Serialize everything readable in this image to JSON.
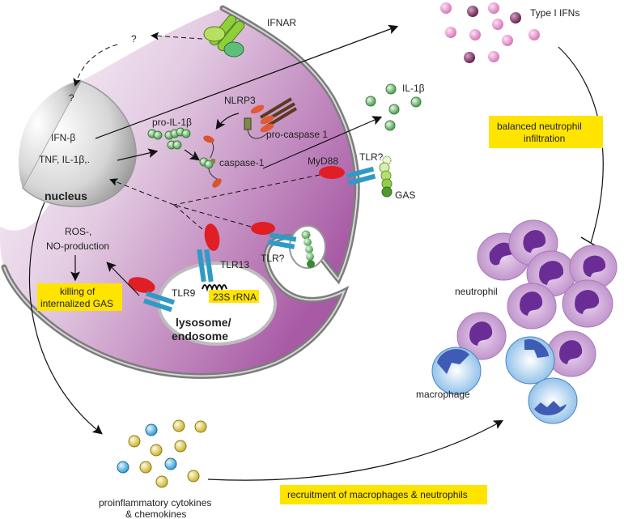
{
  "title": "GAS recognition and innate immune signaling in macrophages",
  "colors": {
    "highlight_yellow": "#ffe400",
    "membrane_gray": "#8a8a8a",
    "cytoplasm_purple": "#b877b5",
    "tlr_blue": "#2e9bc7",
    "myd88_red": "#e01e25",
    "ifn_pink": "#e69ccd",
    "ifn_dark": "#7a2a5e",
    "il1b_green": "#6cbf6a",
    "cytokine_yellow": "#d9c43a",
    "chemokine_blue": "#45b5e0",
    "neutrophil_purple": "#c99bd2",
    "neutrophil_nucleus": "#6a2d96",
    "macrophage_blue": "#88bfe8"
  },
  "labels": {
    "ifnar": "IFNAR",
    "question_top": "?",
    "question_left": "?",
    "ifn_beta": "IFN-β",
    "tnf": "TNF, IL-1β,.",
    "nucleus": "nucleus",
    "pro_il1b": "pro-IL-1β",
    "nlrp3": "NLRP3",
    "pro_caspase": "pro-caspase 1",
    "caspase": "caspase-1",
    "myd88": "MyD88",
    "tlr_q_surface": "TLR?",
    "gas": "GAS",
    "il1b": "IL-1β",
    "type_i_ifns": "Type I IFNs",
    "ros_line1": "ROS-,",
    "ros_line2": "NO-production",
    "killing_line1": "killing of",
    "killing_line2": "internalized GAS",
    "tlr9": "TLR9",
    "tlr13": "TLR13",
    "rrna": "23S rRNA",
    "tlr_q_phago": "TLR?",
    "lysosome_line1": "lysosome/",
    "lysosome_line2": "endosome",
    "balanced_line1": "balanced neutrophil",
    "balanced_line2": "infiltration",
    "neutrophil": "neutrophil",
    "macrophage": "macrophage",
    "cytokines_line1": "proinflammatory cytokines",
    "cytokines_line2": "& chemokines",
    "recruitment": "recruitment of macrophages & neutrophils"
  }
}
